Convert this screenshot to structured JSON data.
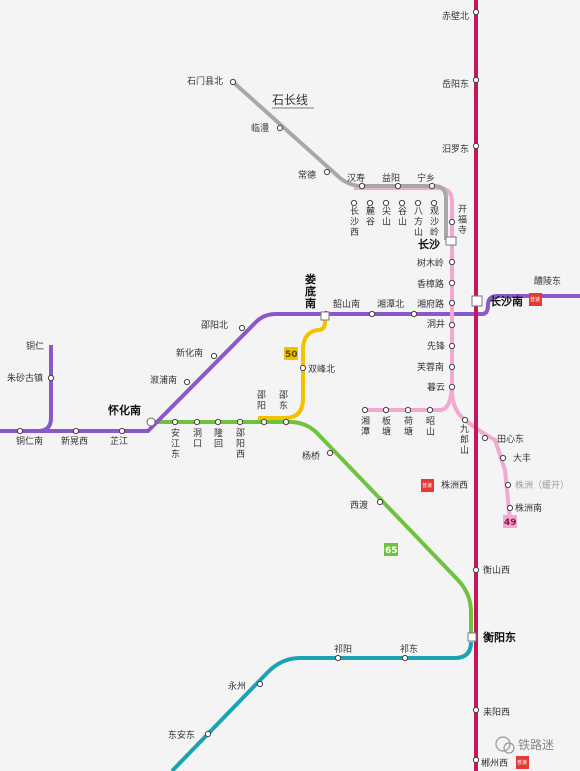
{
  "map": {
    "title": "石长线",
    "watermark": "铁路迷",
    "colors": {
      "jingguang": "#c2185b",
      "shichang": "#a8a8a8",
      "metro_pink": "#f1a9cf",
      "hukun": "#8a59c8",
      "yellow": "#f2c200",
      "green": "#6fc23e",
      "teal": "#1aa3b3"
    },
    "badges": {
      "b50": "50",
      "b65": "65",
      "b49": "49"
    },
    "station_icon_label": "普速",
    "stations": {
      "chibibei": "赤壁北",
      "yueyangdong": "岳阳东",
      "miluodong": "汨罗东",
      "shimenxianbei": "石门县北",
      "linli": "临澧",
      "changde": "常德",
      "hanshou": "汉寿",
      "yiyang": "益阳",
      "ningxiang": "宁乡",
      "changshaxi": "长沙西",
      "lugu": "麓谷",
      "jianshan": "尖山",
      "gushan": "谷山",
      "bafangshan": "八方山",
      "guanshaling": "观沙岭",
      "kaifusi": "开福寺",
      "changsha": "长沙",
      "shumuling": "树木岭",
      "xiangzhanglu": "香樟路",
      "xiangfulu": "湘府路",
      "changshanan": "长沙南",
      "lilingdong": "醴陵东",
      "loudinan": "娄底南",
      "shaoshannan": "韶山南",
      "xiangtanbei": "湘潭北",
      "shaoyangbei": "邵阳北",
      "xinhuanan": "新化南",
      "xupunan": "溆浦南",
      "tongren": "铜仁",
      "zhushagu": "朱砂古镇",
      "tongrennan": "铜仁南",
      "xinhuangxi": "新晃西",
      "zhijiang": "芷江",
      "huaihuanan": "怀化南",
      "anjiangdong": "安江东",
      "dongkou": "洞口",
      "longhui": "隆回",
      "shaoyangxi": "邵阳西",
      "shaoyang": "邵阳",
      "shaodong": "邵东",
      "shuangfengbei": "双峰北",
      "dongjing": "洞井",
      "xianfeng": "先锋",
      "furongnan": "芙蓉南",
      "muyun": "暮云",
      "xiangtan": "湘潭",
      "bantang": "板塘",
      "hetang": "荷塘",
      "zhaoshan": "昭山",
      "jiulangshan": "九郎山",
      "tianxindong": "田心东",
      "dafeng": "大丰",
      "zhuzhou": "株洲（缓开）",
      "zhuzhounan": "株洲南",
      "zhuzhouxi": "株洲西",
      "yangqiao": "杨桥",
      "xidu": "西渡",
      "hengshanxi": "衡山西",
      "hengyangdong": "衡阳东",
      "qiyang": "祁阳",
      "qidong": "祁东",
      "yongzhou": "永州",
      "dong_an_dong": "东安东",
      "leiyangxi": "耒阳西",
      "chenzhouxi": "郴州西"
    }
  }
}
